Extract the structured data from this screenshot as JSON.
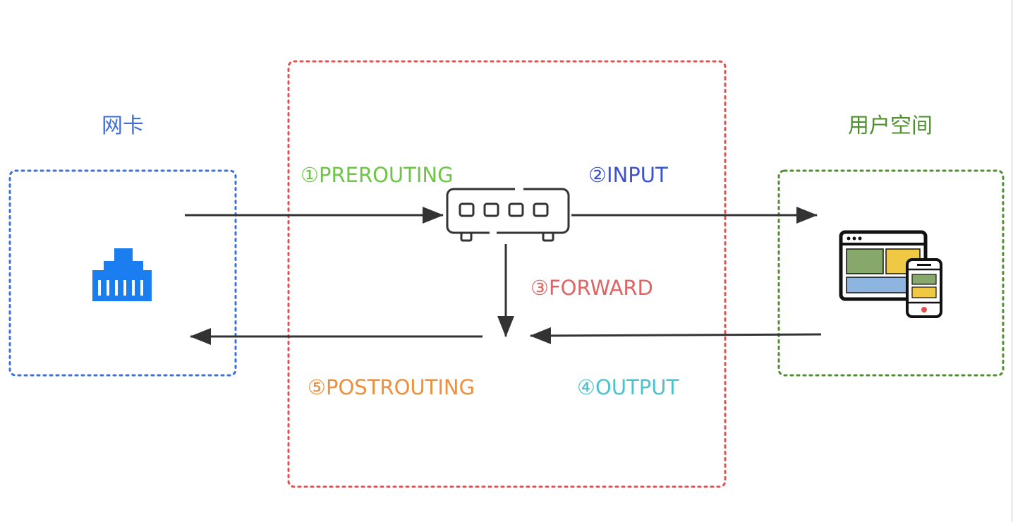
{
  "regions": {
    "nic": {
      "title": "网卡",
      "color": "#3f6fd8"
    },
    "userspace": {
      "title": "用户空间",
      "color": "#4f8f2f"
    },
    "kernel": {
      "color": "#e05050"
    }
  },
  "hooks": [
    {
      "id": "prerouting",
      "label": "①PREROUTING",
      "color": "#6cc644"
    },
    {
      "id": "input",
      "label": "②INPUT",
      "color": "#3b53d6"
    },
    {
      "id": "forward",
      "label": "③FORWARD",
      "color": "#e06464"
    },
    {
      "id": "output",
      "label": "④OUTPUT",
      "color": "#4cc2cc"
    },
    {
      "id": "postrouting",
      "label": "⑤POSTROUTING",
      "color": "#ef8f3b"
    }
  ],
  "icons": {
    "nic": "ethernet-port-icon",
    "switch": "network-switch-icon",
    "userspace": "browser-and-phone-icon"
  },
  "arrow_color": "#333333"
}
